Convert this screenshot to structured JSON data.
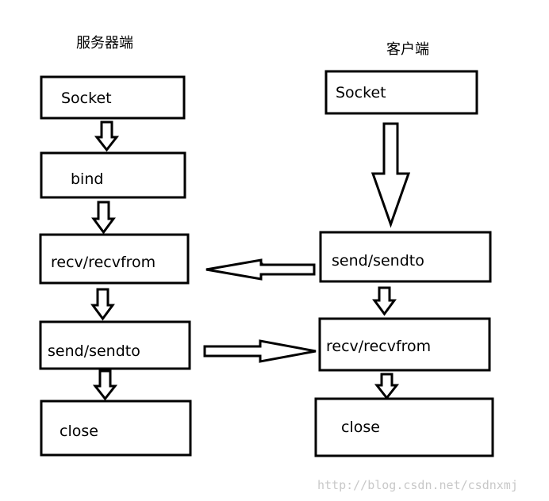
{
  "server": {
    "title": "服务器端",
    "steps": [
      "Socket",
      "bind",
      "recv/recvfrom",
      "send/sendto",
      "close"
    ]
  },
  "client": {
    "title": "客户端",
    "steps": [
      "Socket",
      "send/sendto",
      "recv/recvfrom",
      "close"
    ]
  },
  "watermark": "http://blog.csdn.net/csdnxmj",
  "colors": {
    "stroke": "#000000",
    "fill": "#ffffff",
    "watermark": "#c8c8c8"
  }
}
